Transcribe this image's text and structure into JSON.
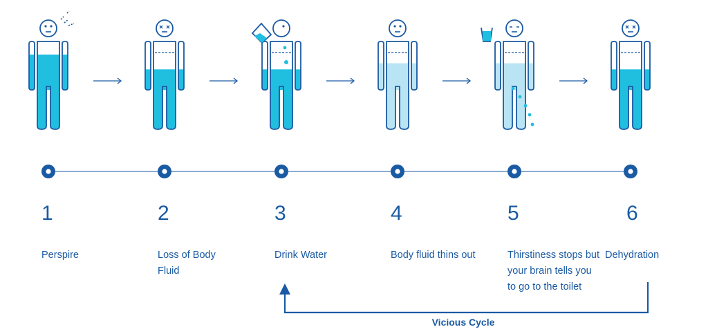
{
  "steps": [
    {
      "number": "1",
      "label": "Perspire",
      "fluid_level": 0.85,
      "face": "neutral"
    },
    {
      "number": "2",
      "label": "Loss of Body Fluid",
      "fluid_level": 0.68,
      "face": "dizzy"
    },
    {
      "number": "3",
      "label": "Drink Water",
      "fluid_level": 0.68,
      "face": "drinking"
    },
    {
      "number": "4",
      "label": "Body fluid thins out",
      "fluid_level": 0.75,
      "face": "neutral",
      "diluted": true
    },
    {
      "number": "5",
      "label": "Thirstiness stops but your brain tells you to go to the toilet",
      "fluid_level": 0.75,
      "face": "wink",
      "diluted": true
    },
    {
      "number": "6",
      "label": "Dehydration",
      "fluid_level": 0.68,
      "face": "dizzy"
    }
  ],
  "cycle": {
    "label": "Vicious Cycle"
  },
  "colors": {
    "outline": "#1a5aa3",
    "fluid": "#20bfe0",
    "fluid_diluted": "#b9e4f3",
    "timeline": "#1a5aa3",
    "text": "#1a5aa3"
  }
}
